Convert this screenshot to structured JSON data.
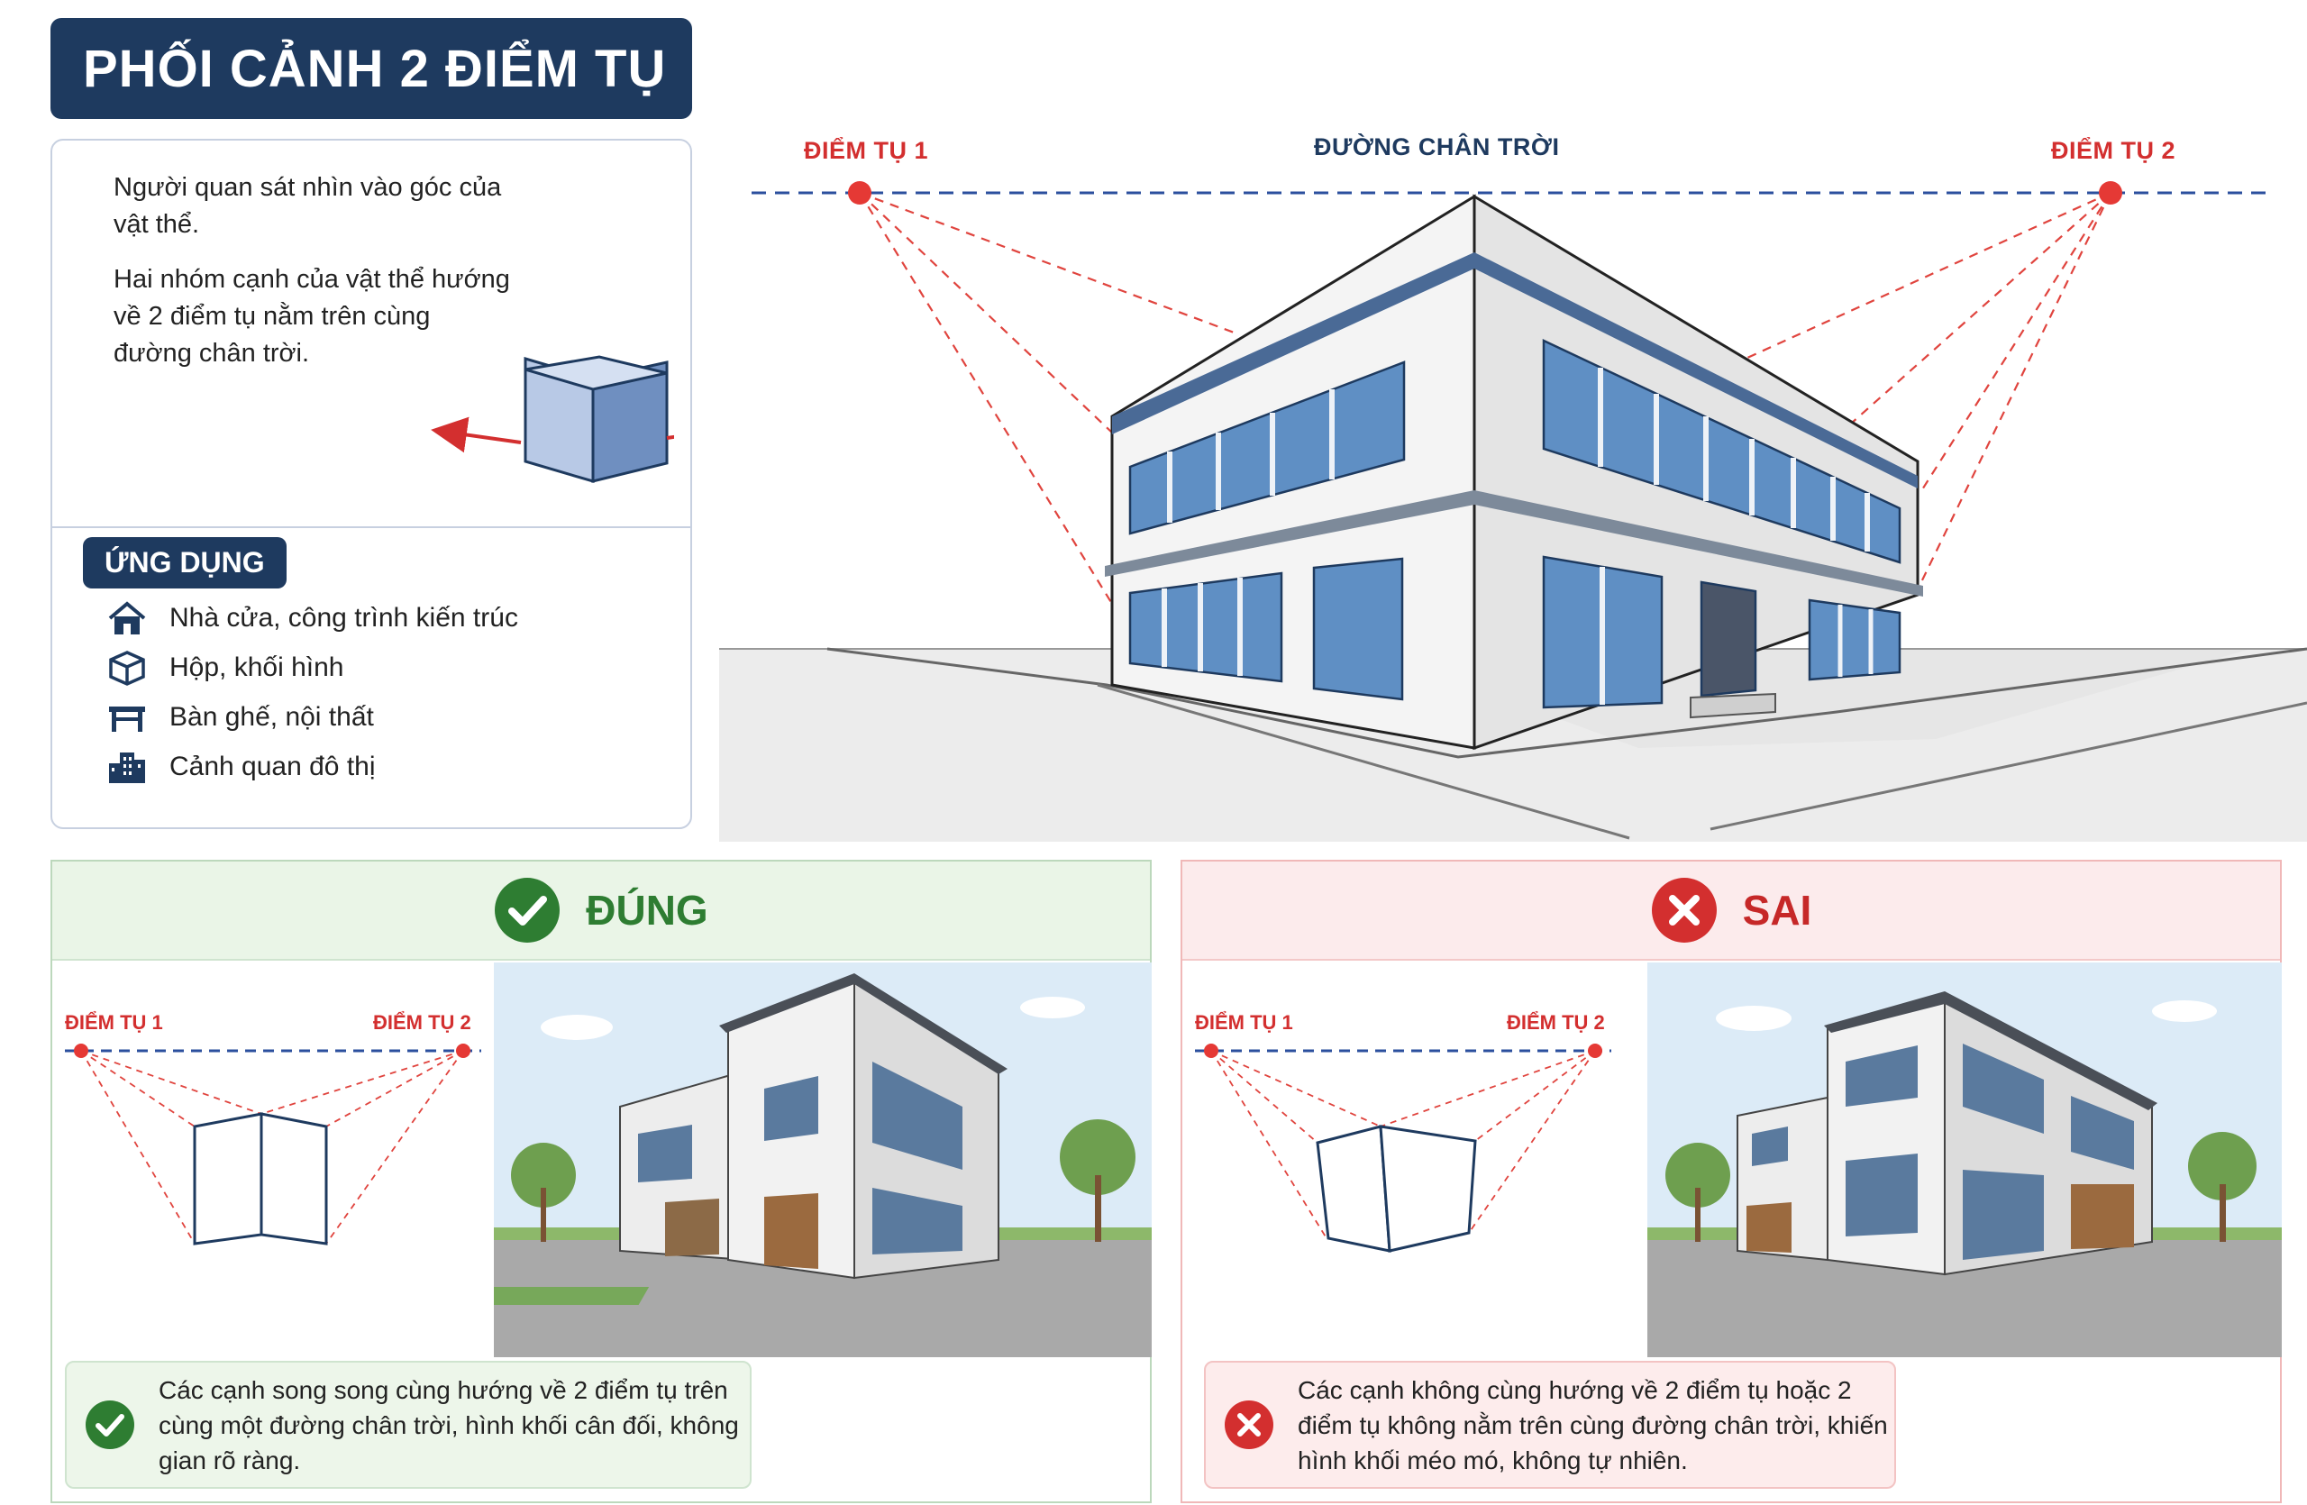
{
  "title": "PHỐI CẢNH 2 ĐIỂM TỤ",
  "info": {
    "p1": "Người quan sát nhìn vào góc của vật thể.",
    "p2": "Hai nhóm cạnh của vật thể hướng về 2 điểm tụ nằm trên cùng đường chân trời."
  },
  "application": {
    "badge": "ỨNG DỤNG",
    "items": [
      {
        "label": "Nhà cửa, công trình kiến trúc",
        "icon": "house-icon"
      },
      {
        "label": "Hộp, khối hình",
        "icon": "box-icon"
      },
      {
        "label": "Bàn ghế, nội thất",
        "icon": "table-icon"
      },
      {
        "label": "Cảnh quan đô thị",
        "icon": "city-icon"
      }
    ]
  },
  "scene": {
    "vp1": "ĐIỂM TỤ 1",
    "horizon": "ĐƯỜNG CHÂN TRỜI",
    "vp2": "ĐIỂM TỤ 2"
  },
  "correct": {
    "heading": "ĐÚNG",
    "vp1": "ĐIỂM TỤ 1",
    "vp2": "ĐIỂM TỤ 2",
    "note": "Các cạnh song song cùng hướng về 2 điểm tụ trên cùng một đường chân trời, hình khối cân đối, không gian rõ ràng."
  },
  "wrong": {
    "heading": "SAI",
    "vp1": "ĐIỂM TỤ 1",
    "vp2": "ĐIỂM TỤ 2",
    "note": "Các cạnh không cùng hướng về 2 điểm tụ hoặc 2 điểm tụ không nằm trên cùng đường chân trời, khiến hình khối méo mó, không tự nhiên."
  },
  "colors": {
    "navy": "#1e3a5f",
    "red": "#d32f2f",
    "green": "#2e7d32",
    "horizon": "#2b4f9e"
  }
}
